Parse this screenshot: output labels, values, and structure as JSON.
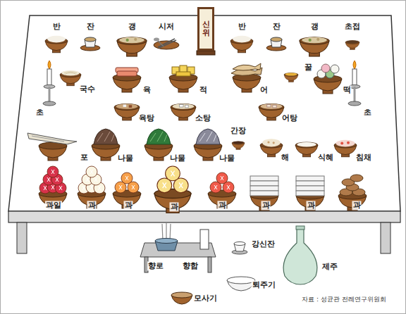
{
  "diagram": {
    "caption": "자료 : 성균관 전례연구위원회",
    "nodes": [
      {
        "text": [
          "신위"
        ]
      }
    ],
    "labels": [
      "반",
      "잔",
      "갱",
      "시저",
      "반",
      "잔",
      "갱",
      "초접",
      "국수",
      "육",
      "적",
      "어",
      "꿀",
      "떡",
      "초",
      "초",
      "육탕",
      "소탕",
      "어탕",
      "간장",
      "포",
      "나물",
      "나물",
      "나물",
      "해",
      "식혜",
      "침채",
      "과일",
      "과",
      "과",
      "과",
      "과",
      "과",
      "과",
      "과",
      "강신잔",
      "제주",
      "향로",
      "향합",
      "퇴주기",
      "모사기"
    ]
  }
}
